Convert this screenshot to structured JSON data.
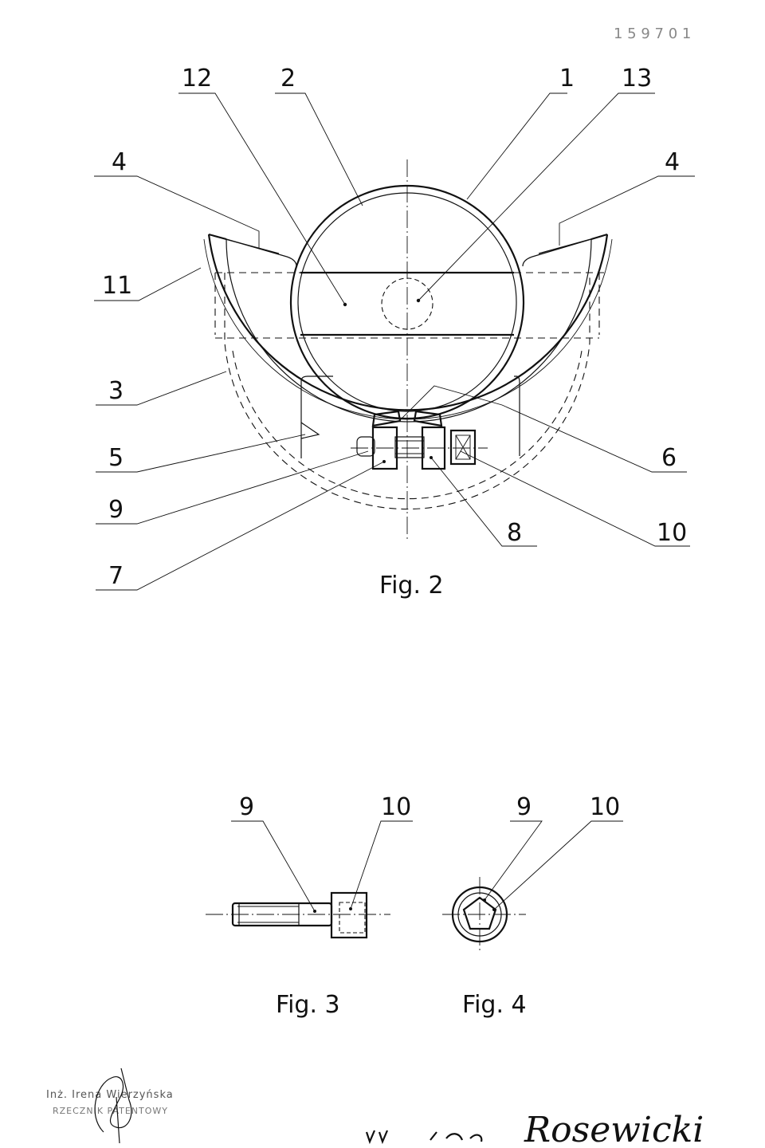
{
  "corner_mark": "1 5 9 7 0 1",
  "figures": {
    "fig2": {
      "caption": "Fig. 2",
      "labels": [
        "12",
        "2",
        "1",
        "13",
        "4",
        "4",
        "11",
        "3",
        "5",
        "6",
        "9",
        "8",
        "10",
        "7"
      ]
    },
    "fig3": {
      "caption": "Fig. 3",
      "labels": [
        "9",
        "10"
      ]
    },
    "fig4": {
      "caption": "Fig. 4",
      "labels": [
        "9",
        "10"
      ]
    }
  },
  "stamp": {
    "line1": "Inż. Irena Wierzyńska",
    "line2": "RZECZNIK PATENTOWY"
  },
  "signature": "Rosewicki"
}
